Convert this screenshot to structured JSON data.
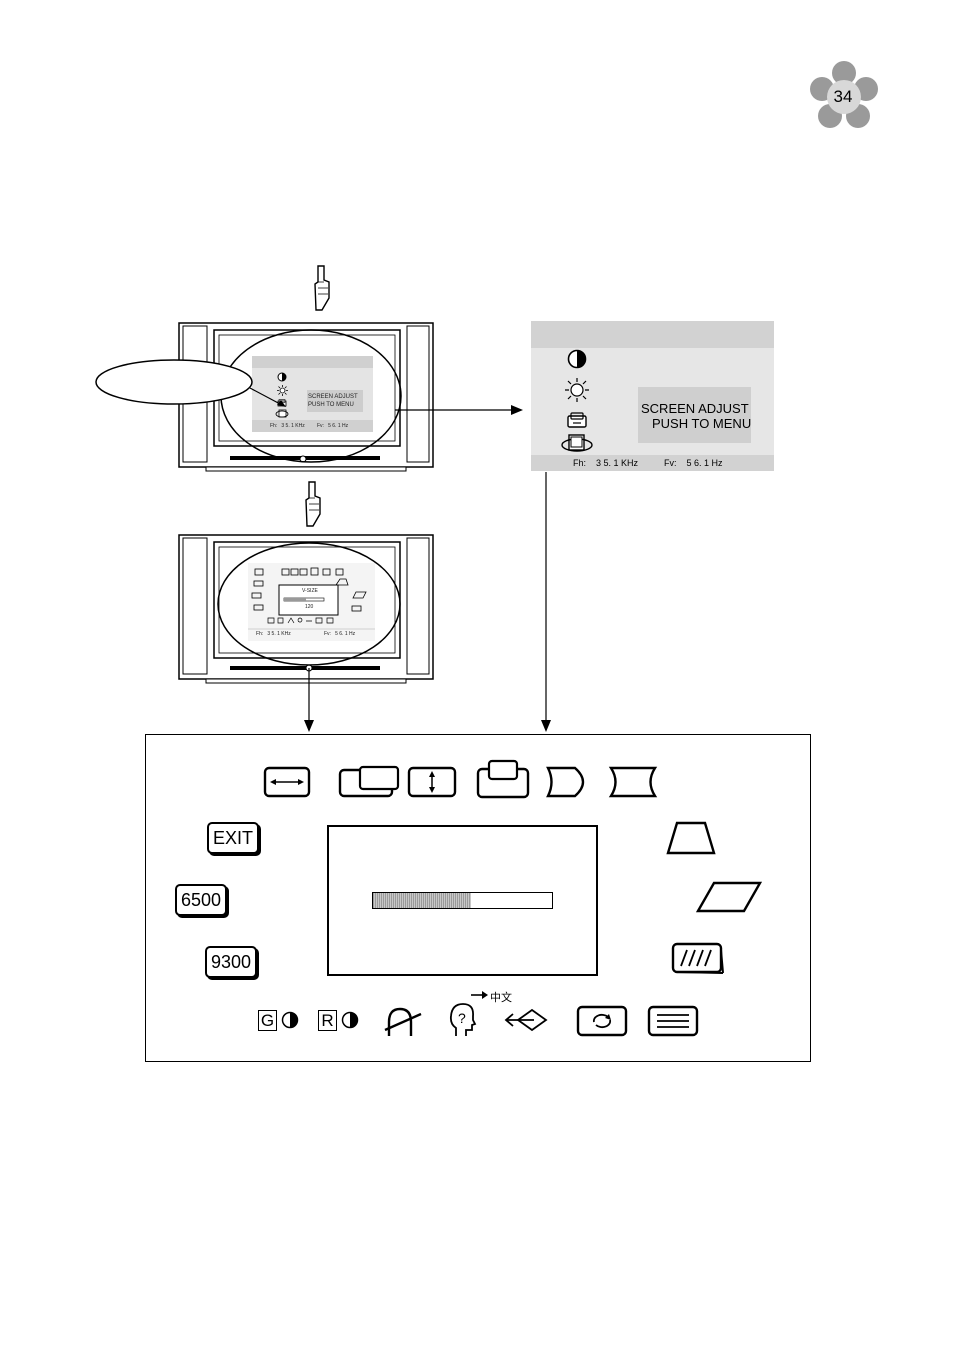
{
  "page_number": "34",
  "osd_detail": {
    "message_line1": "SCREEN ADJUST",
    "message_line2": "PUSH TO MENU",
    "fh_readout": "Fh:    3 5. 1 KHz",
    "fv_readout": "Fv:    5 6. 1 Hz"
  },
  "tv_top_osd": {
    "message_line1": "SCREEN ADJUST",
    "message_line2": "PUSH TO MENU",
    "fh_readout": "Fh:   3 5. 1 KHz",
    "fv_readout": "Fv:   5 6. 1 Hz"
  },
  "tv_bottom_osd": {
    "item_title": "V-SIZE",
    "item_value": "120",
    "fh_readout": "Fh:   3 5. 1 KHz",
    "fv_readout": "Fv:   5 6. 1 Hz"
  },
  "menu_panel": {
    "exit_label": "EXIT",
    "preset_6500": "6500",
    "preset_9300": "9300",
    "green_gain_letter": "G",
    "red_gain_letter": "R",
    "language_label": "中文",
    "bar_level": 0.55,
    "icons": [
      "h-size-icon",
      "h-position-icon",
      "v-size-icon",
      "v-position-icon",
      "pincushion-icon",
      "barrel-icon",
      "trapezoid-icon",
      "parallelogram-icon",
      "moire-icon",
      "green-contrast-icon",
      "red-contrast-icon",
      "degauss-icon",
      "language-icon",
      "recall-icon",
      "rotation-icon",
      "osd-position-icon"
    ]
  }
}
